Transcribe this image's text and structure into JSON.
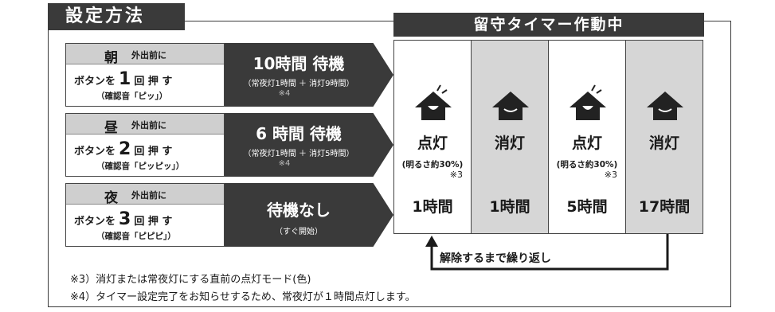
{
  "title": "設定方法",
  "right_header": "留守タイマー作動中",
  "rows": [
    {
      "time": "朝",
      "sub": "外出前に",
      "press_prefix": "ボタンを",
      "press_num": "1",
      "press_suffix": "回 押 す",
      "sound": "（確認音「ピッ」）",
      "wait_main": "10時間 待機",
      "wait_sub": "（常夜灯1時間 ＋ 消灯9時間）",
      "wait_note": "※4"
    },
    {
      "time": "昼",
      "sub": "外出前に",
      "press_prefix": "ボタンを",
      "press_num": "2",
      "press_suffix": "回 押 す",
      "sound": "（確認音「ピッピッ」）",
      "wait_main": "6 時間 待機",
      "wait_sub": "（常夜灯1時間 ＋ 消灯5時間）",
      "wait_note": "※4"
    },
    {
      "time": "夜",
      "sub": "外出前に",
      "press_prefix": "ボタンを",
      "press_num": "3",
      "press_suffix": "回 押 す",
      "sound": "（確認音「ピピピ」）",
      "wait_main": "待機なし",
      "wait_sub": "（すぐ開始）",
      "wait_note": ""
    }
  ],
  "columns": [
    {
      "mode": "点灯",
      "bright": "(明るさ約30%)",
      "note": "※3",
      "duration": "1時間",
      "state": "on"
    },
    {
      "mode": "消灯",
      "bright": "",
      "note": "",
      "duration": "1時間",
      "state": "off"
    },
    {
      "mode": "点灯",
      "bright": "(明るさ約30%)",
      "note": "※3",
      "duration": "5時間",
      "state": "on"
    },
    {
      "mode": "消灯",
      "bright": "",
      "note": "",
      "duration": "17時間",
      "state": "off"
    }
  ],
  "repeat_label": "解除するまで繰り返し",
  "footnotes": [
    "※3）消灯または常夜灯にする直前の点灯モード(色)",
    "※4）タイマー設定完了をお知らせするため、常夜灯が１時間点灯します。"
  ],
  "colors": {
    "dark": "#3a3a3a",
    "gray_head": "#cfcfcf",
    "gray_col": "#d6d6d6"
  }
}
